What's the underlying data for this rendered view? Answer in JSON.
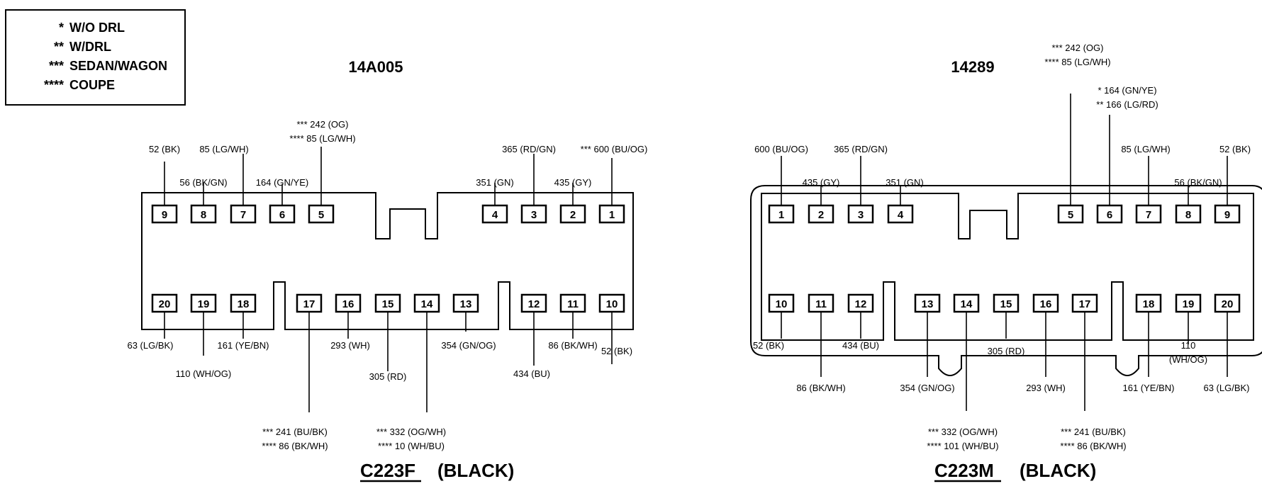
{
  "legend": {
    "items": [
      {
        "mark": "*",
        "text": "W/O DRL"
      },
      {
        "mark": "**",
        "text": "W/DRL"
      },
      {
        "mark": "***",
        "text": "SEDAN/WAGON"
      },
      {
        "mark": "****",
        "text": "COUPE"
      }
    ]
  },
  "left": {
    "part": "14A005",
    "connector": "C223F",
    "color": "(BLACK)",
    "top_pins": [
      {
        "pin": "9",
        "lines": [
          "52  (BK)"
        ]
      },
      {
        "pin": "8",
        "lines": [
          "56 (BK/GN)"
        ]
      },
      {
        "pin": "7",
        "lines": [
          "85 (LG/WH)"
        ]
      },
      {
        "pin": "6",
        "lines": [
          "164 (GN/YE)"
        ]
      },
      {
        "pin": "5",
        "lines": [
          "*** 242 (OG)",
          "**** 85 (LG/WH)"
        ]
      },
      {
        "pin": "4",
        "lines": [
          "351 (GN)"
        ]
      },
      {
        "pin": "3",
        "lines": [
          "365 (RD/GN)"
        ]
      },
      {
        "pin": "2",
        "lines": [
          "435 (GY)"
        ]
      },
      {
        "pin": "1",
        "lines": [
          "*** 600  (BU/OG)"
        ]
      }
    ],
    "bottom_pins": [
      {
        "pin": "20",
        "lines": [
          "63 (LG/BK)"
        ]
      },
      {
        "pin": "19",
        "lines": [
          "110 (WH/OG)"
        ]
      },
      {
        "pin": "18",
        "lines": [
          "161 (YE/BN)"
        ]
      },
      {
        "pin": "17",
        "lines": [
          "*** 241 (BU/BK)",
          "**** 86 (BK/WH)"
        ]
      },
      {
        "pin": "16",
        "lines": [
          "293 (WH)"
        ]
      },
      {
        "pin": "15",
        "lines": [
          "305 (RD)"
        ]
      },
      {
        "pin": "14",
        "lines": [
          "*** 332 (OG/WH)",
          "**** 10 (WH/BU)"
        ]
      },
      {
        "pin": "13",
        "lines": [
          "354 (GN/OG)"
        ]
      },
      {
        "pin": "12",
        "lines": [
          "434 (BU)"
        ]
      },
      {
        "pin": "11",
        "lines": [
          "86 (BK/WH)"
        ]
      },
      {
        "pin": "10",
        "lines": [
          "52 (BK)"
        ]
      }
    ]
  },
  "right": {
    "part": "14289",
    "connector": "C223M",
    "color": "(BLACK)",
    "top_pins": [
      {
        "pin": "1",
        "lines": [
          "600 (BU/OG)"
        ]
      },
      {
        "pin": "2",
        "lines": [
          "435 (GY)"
        ]
      },
      {
        "pin": "3",
        "lines": [
          "365 (RD/GN)"
        ]
      },
      {
        "pin": "4",
        "lines": [
          "351 (GN)"
        ]
      },
      {
        "pin": "5",
        "lines": [
          "*** 242 (OG)",
          "**** 85 (LG/WH)"
        ]
      },
      {
        "pin": "6",
        "lines": [
          "* 164 (GN/YE)",
          "** 166 (LG/RD)"
        ]
      },
      {
        "pin": "7",
        "lines": [
          "85 (LG/WH)"
        ]
      },
      {
        "pin": "8",
        "lines": [
          "56 (BK/GN)"
        ]
      },
      {
        "pin": "9",
        "lines": [
          "52 (BK)"
        ]
      }
    ],
    "bottom_pins": [
      {
        "pin": "10",
        "lines": [
          "52 (BK)"
        ]
      },
      {
        "pin": "11",
        "lines": [
          "86 (BK/WH)"
        ]
      },
      {
        "pin": "12",
        "lines": [
          "434 (BU)"
        ]
      },
      {
        "pin": "13",
        "lines": [
          "354 (GN/OG)"
        ]
      },
      {
        "pin": "14",
        "lines": [
          "*** 332 (OG/WH)",
          "**** 101 (WH/BU)"
        ]
      },
      {
        "pin": "15",
        "lines": [
          "305 (RD)"
        ]
      },
      {
        "pin": "16",
        "lines": [
          "293 (WH)"
        ]
      },
      {
        "pin": "17",
        "lines": [
          "*** 241 (BU/BK)",
          "**** 86 (BK/WH)"
        ]
      },
      {
        "pin": "18",
        "lines": [
          "161 (YE/BN)"
        ]
      },
      {
        "pin": "19",
        "lines": [
          "110",
          "(WH/OG)"
        ]
      },
      {
        "pin": "20",
        "lines": [
          "63 (LG/BK)"
        ]
      }
    ]
  }
}
